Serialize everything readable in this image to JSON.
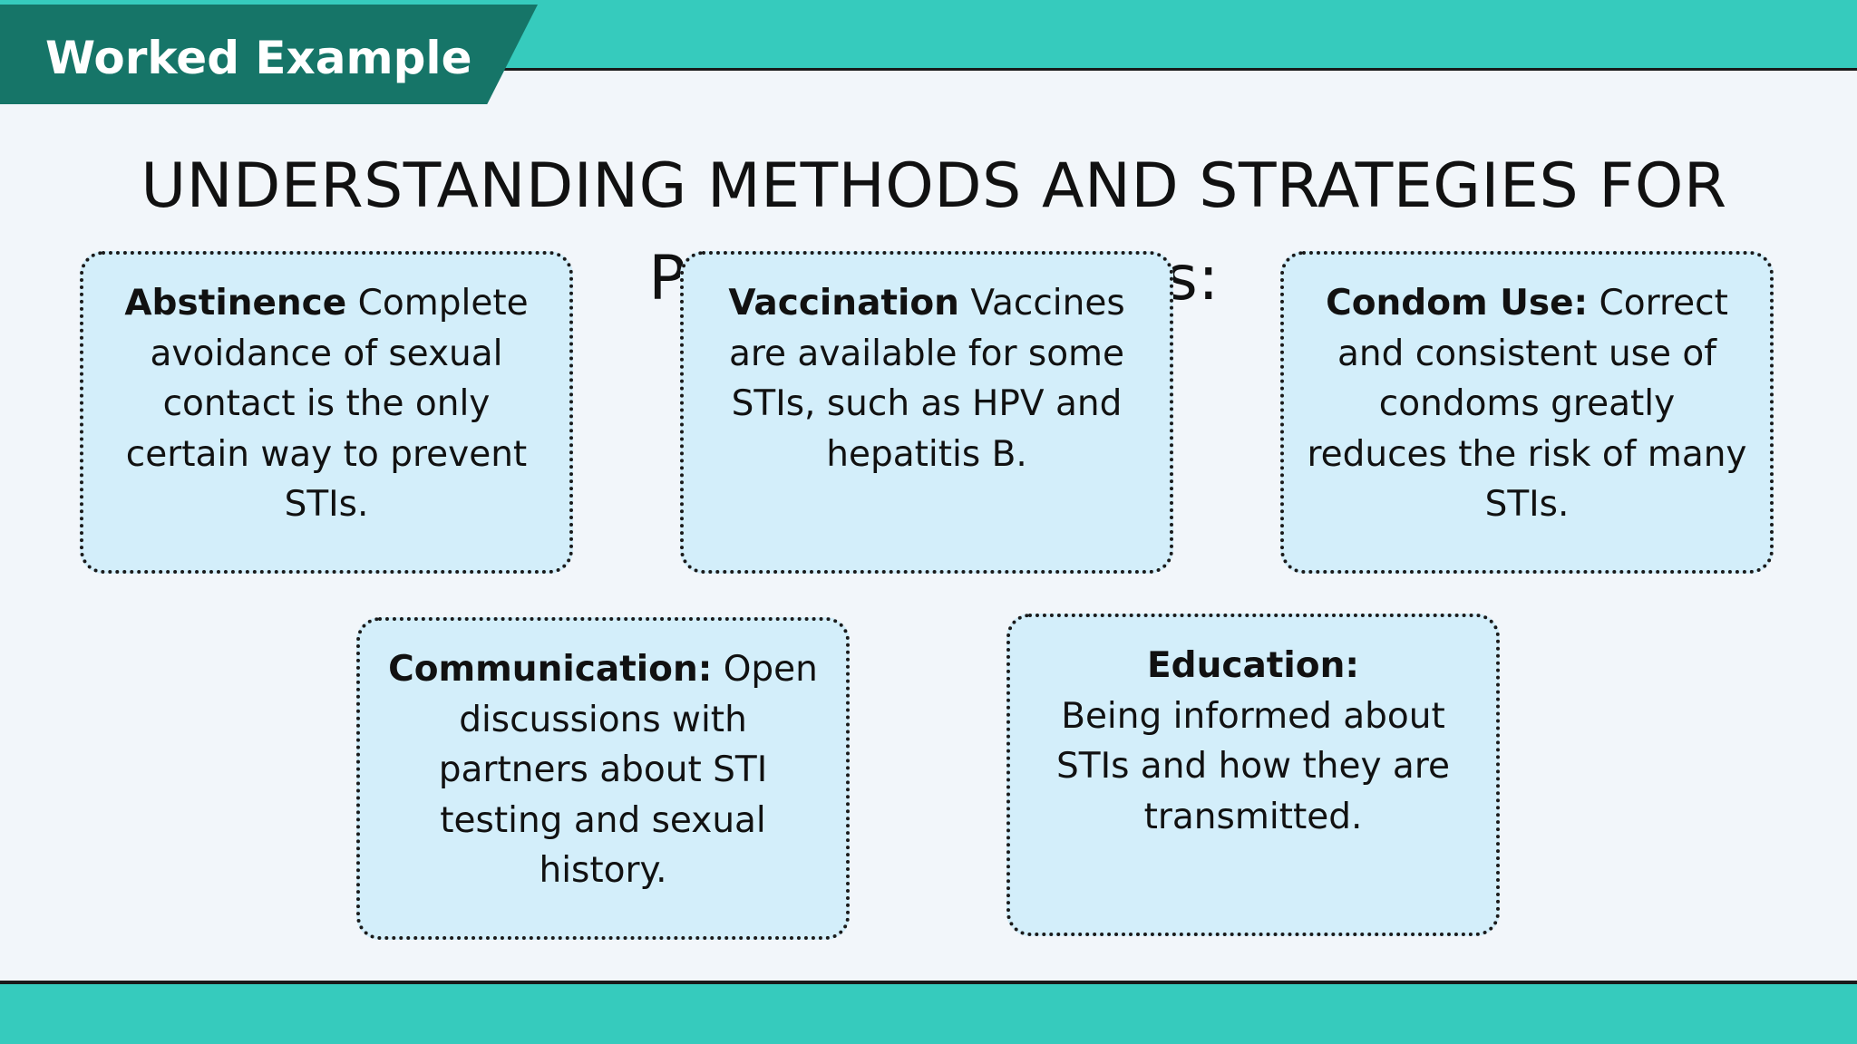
{
  "header": {
    "label": "Worked Example"
  },
  "title": "UNDERSTANDING METHODS AND STRATEGIES FOR PREVENTING STIs:",
  "cards": [
    {
      "term": "Abstinence",
      "text": " Complete avoidance of sexual contact is the only certain way to prevent STIs."
    },
    {
      "term": "Vaccination",
      "text": " Vaccines are available for some STIs, such as HPV and hepatitis B."
    },
    {
      "term": "Condom Use:",
      "text": " Correct and consistent use of condoms greatly reduces the risk of many STIs."
    },
    {
      "term": "Communication:",
      "text": " Open discussions with partners about STI testing and sexual history."
    },
    {
      "term": "Education:",
      "text": "Being informed about STIs and how they are transmitted."
    }
  ],
  "colors": {
    "accent": "#36cbbd",
    "banner": "#167568",
    "card_fill": "#d3eefa",
    "page_background": "#f2f6fa"
  }
}
